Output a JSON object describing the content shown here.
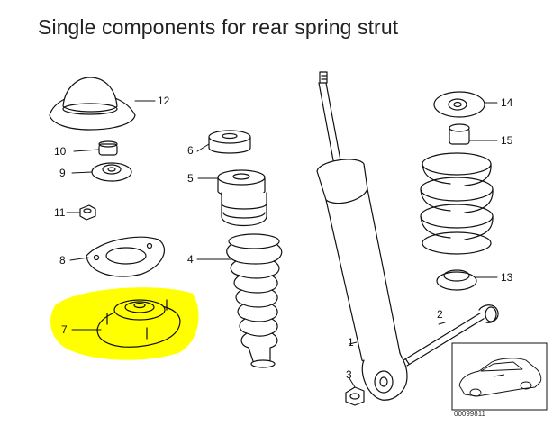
{
  "title": "Single components for rear spring strut",
  "colors": {
    "highlight": "#ffff00",
    "line": "#111111",
    "background": "#ffffff"
  },
  "callouts": {
    "c1": "1",
    "c2": "2",
    "c3": "3",
    "c4": "4",
    "c5": "5",
    "c6": "6",
    "c7": "7",
    "c8": "8",
    "c9": "9",
    "c10": "10",
    "c11": "11",
    "c12": "12",
    "c13": "13",
    "c14": "14",
    "c15": "15"
  },
  "inset": {
    "part_number": "00099811",
    "icon": "car-silhouette-icon"
  }
}
